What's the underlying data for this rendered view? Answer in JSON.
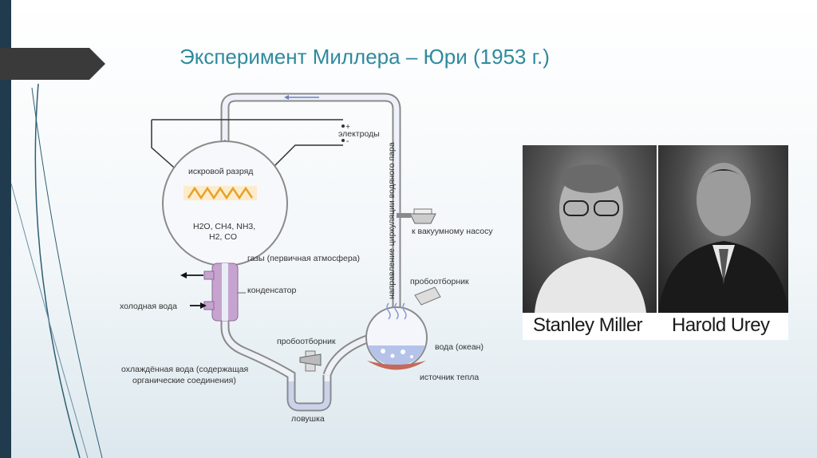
{
  "slide": {
    "title": "Эксперимент Миллера – Юри (1953 г.)"
  },
  "diagram": {
    "labels": {
      "electrodes": "электроды",
      "plus": "+",
      "minus": "-",
      "spark": "искровой разряд",
      "formula_line1": "H2O, CH4, NH3,",
      "formula_line2": "H2, CO",
      "gases": "газы (первичная атмосфера)",
      "condenser": "конденсатор",
      "cold_water": "холодная вода",
      "vacuum_pump": "к вакуумному насосу",
      "circulation": "направление циркуляции водяного пара",
      "sampler_right": "пробоотборник",
      "sampler_bottom": "пробоотборник",
      "water_ocean": "вода (океан)",
      "heat_source": "источник тепла",
      "cooled_water_line1": "охлаждённая вода (содержащая",
      "cooled_water_line2": "органические соединения)",
      "trap": "ловушка"
    }
  },
  "photos": {
    "miller_caption": "Stanley Miller",
    "urey_caption": "Harold Urey"
  },
  "colors": {
    "accent": "#2f8a9e",
    "tube_fill": "#c9d4ea",
    "tube_stroke": "#8a8a8a",
    "spark": "#e7a22a",
    "heat": "#c36a5a",
    "condenser": "#b98abf"
  }
}
